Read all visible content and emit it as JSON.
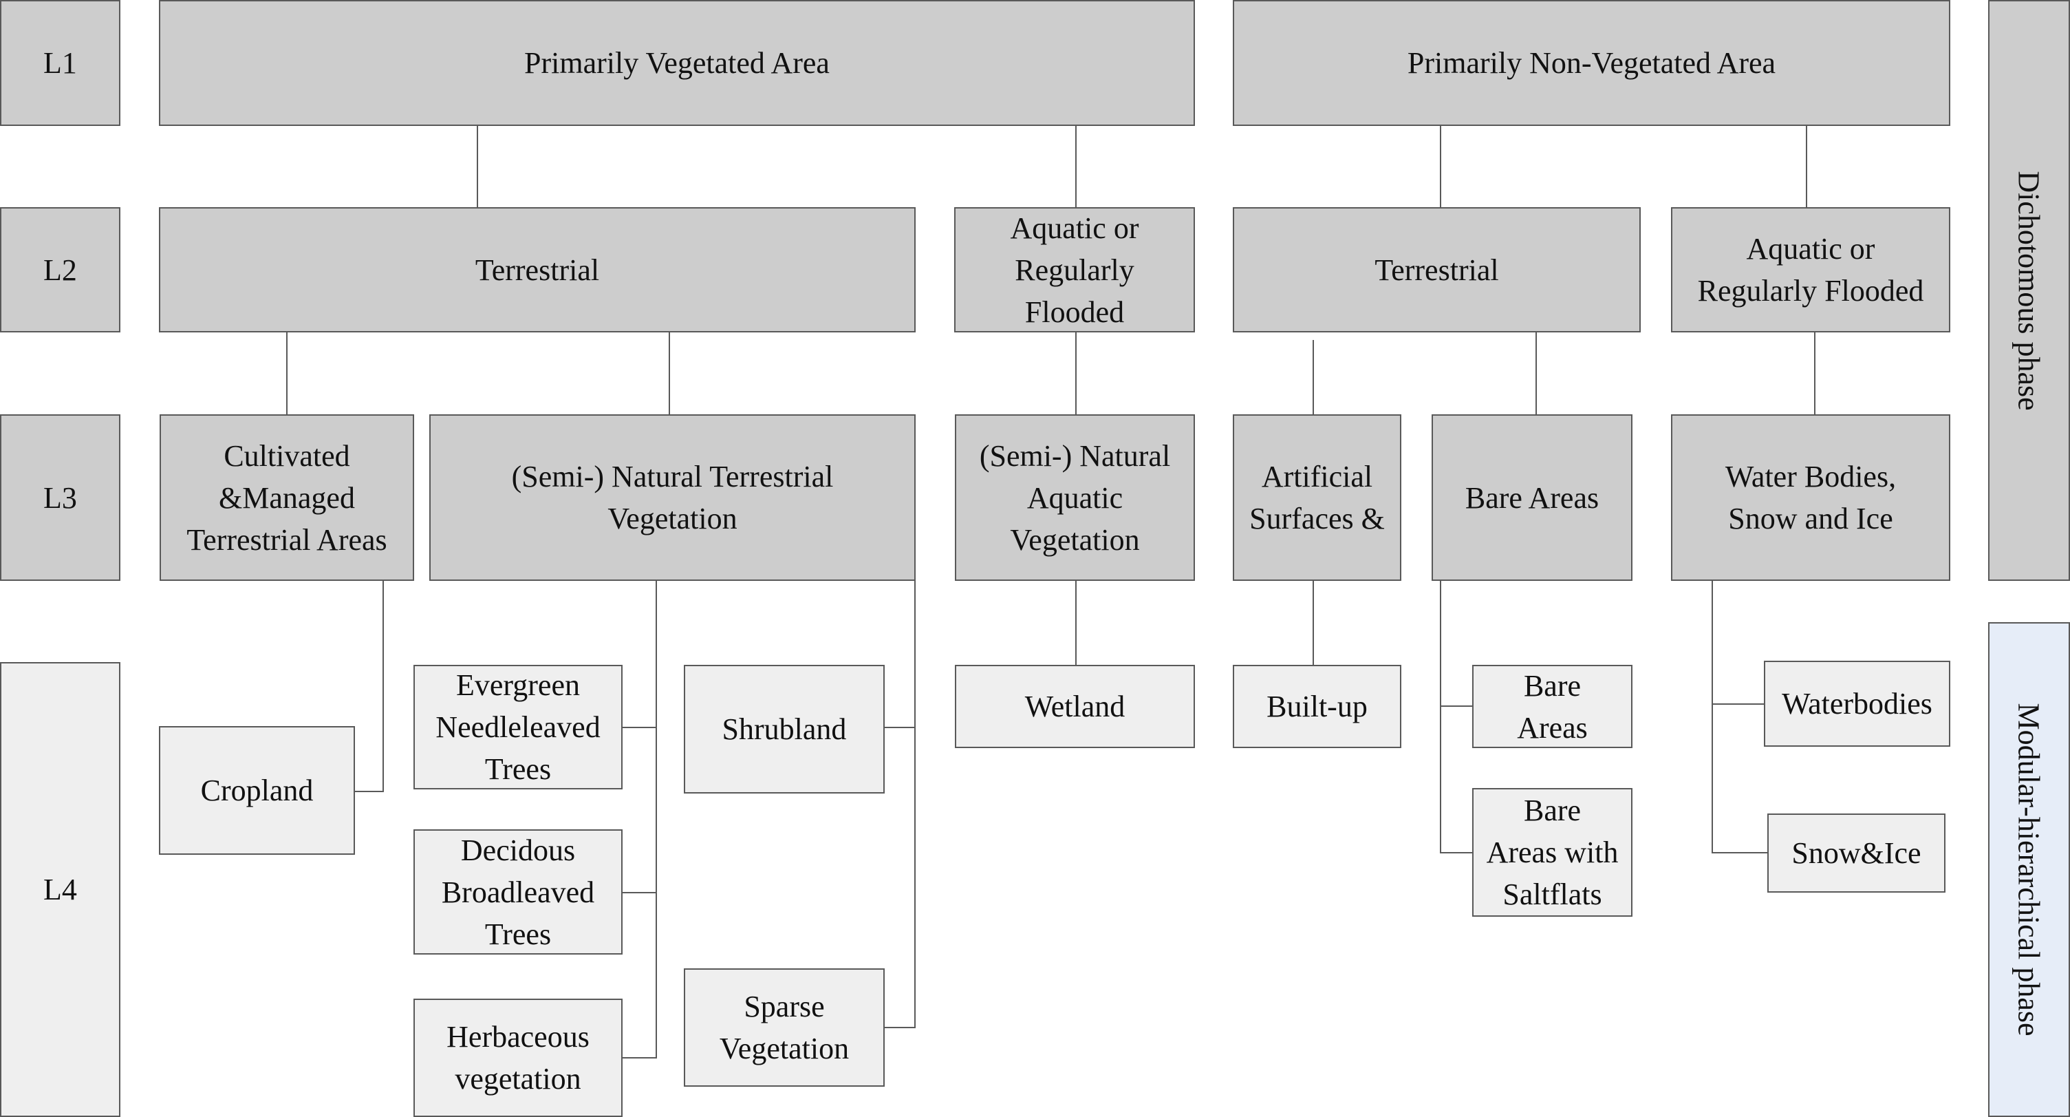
{
  "levels": {
    "l1": "L1",
    "l2": "L2",
    "l3": "L3",
    "l4": "L4"
  },
  "level1": {
    "vegetated": "Primarily  Vegetated Area",
    "non_vegetated": "Primarily Non-Vegetated Area"
  },
  "level2": {
    "veg_terrestrial": "Terrestrial",
    "veg_aquatic": "Aquatic or\nRegularly\nFlooded",
    "nonveg_terrestrial": "Terrestrial",
    "nonveg_aquatic": "Aquatic or\nRegularly Flooded"
  },
  "level3": {
    "cultivated": "Cultivated\n&Managed\nTerrestrial Areas",
    "natural_terrestrial": "(Semi-) Natural Terrestrial\nVegetation",
    "natural_aquatic": "(Semi-) Natural\nAquatic\nVegetation",
    "artificial": "Artificial\nSurfaces &",
    "bare": "Bare Areas",
    "water": "Water Bodies,\nSnow and Ice"
  },
  "level4": {
    "cropland": "Cropland",
    "evergreen": "Evergreen\nNeedleleaved\nTrees",
    "deciduous": "Decidous\nBroadleaved\nTrees",
    "herbaceous": "Herbaceous\nvegetation",
    "shrubland": "Shrubland",
    "sparse": "Sparse\nVegetation",
    "wetland": "Wetland",
    "builtup": "Built-up",
    "bare_areas": "Bare\nAreas",
    "bare_saltflats": "Bare\nAreas with\nSaltflats",
    "waterbodies": "Waterbodies",
    "snow_ice": "Snow&Ice"
  },
  "phases": {
    "dichotomous": "Dichotomous phase",
    "modular": "Modular-hierarchical phase"
  },
  "colors": {
    "upper_box_fill": "#cdcdcd",
    "lower_box_fill": "#efefef",
    "modular_phase_fill": "#e6edf8",
    "border": "#595959"
  }
}
